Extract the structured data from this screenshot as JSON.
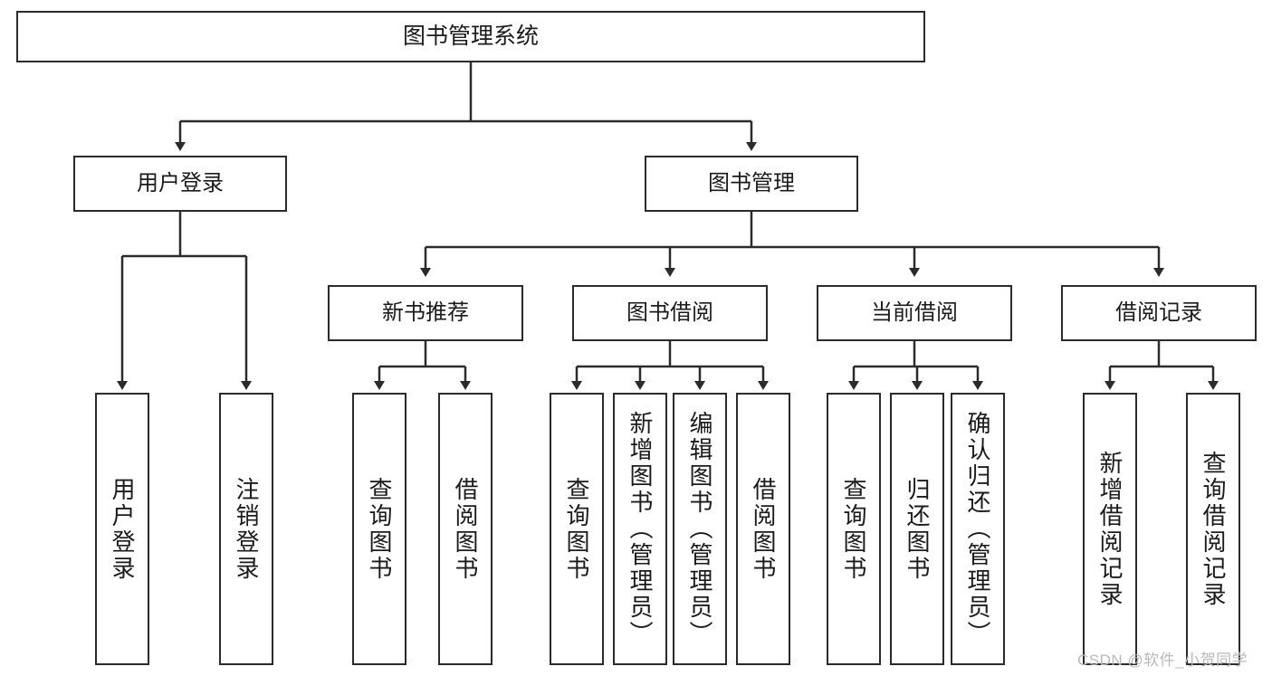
{
  "diagram": {
    "title": "图书管理系统",
    "orientation": "top-down-tree",
    "root": {
      "label": "图书管理系统"
    },
    "level2": [
      {
        "label": "用户登录"
      },
      {
        "label": "图书管理"
      }
    ],
    "level3": [
      {
        "label": "新书推荐"
      },
      {
        "label": "图书借阅"
      },
      {
        "label": "当前借阅"
      },
      {
        "label": "借阅记录"
      }
    ],
    "leaves": {
      "user_login": [
        {
          "label": "用户登录"
        },
        {
          "label": "注销登录"
        }
      ],
      "new_book_recommend": [
        {
          "label": "查询图书"
        },
        {
          "label": "借阅图书"
        }
      ],
      "book_borrow": [
        {
          "label": "查询图书"
        },
        {
          "label": "新增图书（管理员）"
        },
        {
          "label": "编辑图书（管理员）"
        },
        {
          "label": "借阅图书"
        }
      ],
      "current_borrow": [
        {
          "label": "查询图书"
        },
        {
          "label": "归还图书"
        },
        {
          "label": "确认归还（管理员）"
        }
      ],
      "borrow_record": [
        {
          "label": "新增借阅记录"
        },
        {
          "label": "查询借阅记录"
        }
      ]
    }
  },
  "watermark": {
    "text": "CSDN @软件_小贺同学"
  },
  "colors": {
    "stroke": "#2b2b2b",
    "fill": "#ffffff",
    "text": "#1b1b1b",
    "watermark": "#b9b9b9"
  }
}
